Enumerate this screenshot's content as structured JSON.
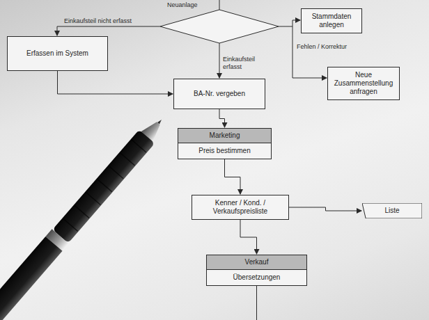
{
  "diagram": {
    "nodes": [
      {
        "text": [
          "Stammdaten anlegen"
        ]
      },
      {
        "text": [
          "Erfassen im System"
        ]
      },
      {
        "text": [
          "Neue Zusammenstellung anfragen"
        ]
      },
      {
        "text": [
          "BA-Nr. vergeben"
        ]
      },
      {
        "text": [
          "Marketing",
          "Preis bestimmen"
        ]
      },
      {
        "text": [
          "Kenner / Kond. / Verkaufspreisliste"
        ]
      },
      {
        "text": [
          "Liste"
        ]
      },
      {
        "text": [
          "Verkauf",
          "Übersetzungen"
        ]
      }
    ],
    "edges": [
      {
        "from": 1,
        "to": 3,
        "arrow": "to"
      },
      {
        "from": 3,
        "to": 4,
        "arrow": "to"
      },
      {
        "from": 4,
        "to": 5,
        "arrow": "to"
      },
      {
        "from": 5,
        "to": 6,
        "arrow": "to"
      },
      {
        "from": 5,
        "to": 7,
        "arrow": "to"
      }
    ],
    "labels": [
      "Neuanlage",
      "Einkaufsteil nicht erfasst",
      "Fehlen / Korrektur",
      "Einkaufsteil erfasst"
    ]
  }
}
